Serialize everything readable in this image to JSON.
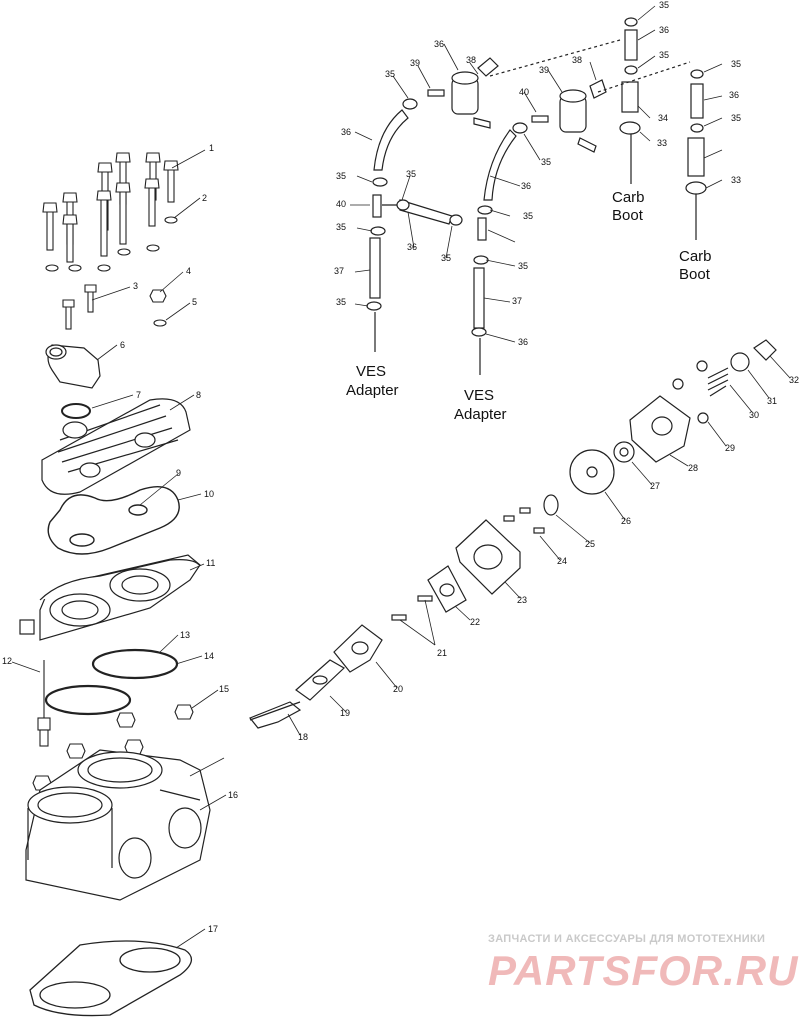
{
  "callouts": [
    "1",
    "2",
    "3",
    "4",
    "5",
    "6",
    "7",
    "8",
    "9",
    "10",
    "11",
    "12",
    "13",
    "14",
    "15",
    "16",
    "17",
    "18",
    "19",
    "20",
    "21",
    "22",
    "23",
    "24",
    "25",
    "26",
    "27",
    "28",
    "29",
    "30",
    "31",
    "32",
    "33",
    "33",
    "34",
    "35",
    "35",
    "35",
    "35",
    "35",
    "35",
    "35",
    "35",
    "35",
    "35",
    "35",
    "35",
    "35",
    "36",
    "36",
    "36",
    "36",
    "36",
    "36",
    "36",
    "37",
    "37",
    "38",
    "38",
    "39",
    "39",
    "40",
    "40"
  ],
  "labels": {
    "carb_boot_1": [
      "Carb",
      "Boot"
    ],
    "carb_boot_2": [
      "Carb",
      "Boot"
    ],
    "ves_adapter_1": [
      "VES",
      "Adapter"
    ],
    "ves_adapter_2": [
      "VES",
      "Adapter"
    ]
  },
  "watermark": {
    "tagline": "ЗАПЧАСТИ И АКСЕССУАРЫ ДЛЯ МОТОТЕХНИКИ",
    "brand": "PARTSFOR.RU"
  }
}
